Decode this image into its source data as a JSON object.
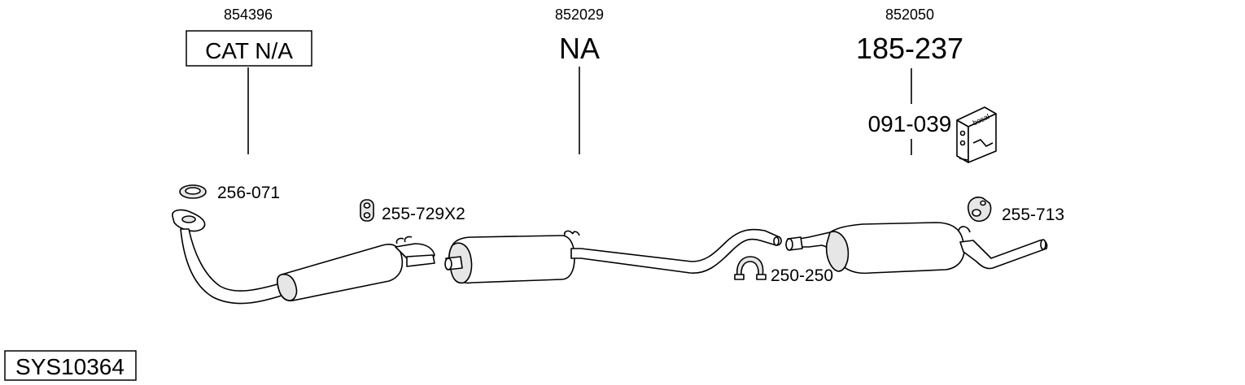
{
  "columns": [
    {
      "oe_number": "854396",
      "part_number": "CAT N/A"
    },
    {
      "oe_number": "852029",
      "part_number": "NA"
    },
    {
      "oe_number": "852050",
      "part_number": "185-237"
    }
  ],
  "mounting_kit": {
    "part_number": "091-039",
    "brand_text": "bosal"
  },
  "accessories": [
    {
      "part_number": "256-071",
      "icon": "gasket-ring-icon"
    },
    {
      "part_number": "255-729X2",
      "icon": "rubber-mount-icon"
    },
    {
      "part_number": "250-250",
      "icon": "pipe-clamp-icon"
    },
    {
      "part_number": "255-713",
      "icon": "rubber-hanger-icon"
    }
  ],
  "system_code": "SYS10364",
  "colors": {
    "ink": "#000000",
    "shade": "#e6e6e6",
    "background": "#ffffff"
  }
}
